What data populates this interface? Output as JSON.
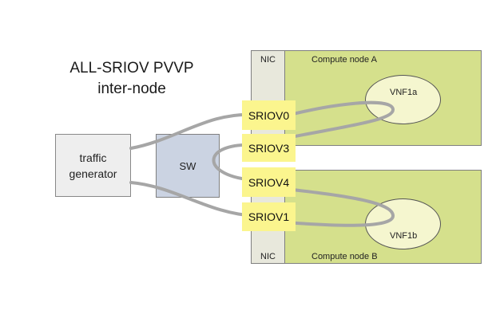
{
  "title": {
    "line1": "ALL-SRIOV PVVP",
    "line2": "inter-node"
  },
  "traffic_generator": {
    "line1": "traffic",
    "line2": "generator"
  },
  "switch": {
    "label": "SW"
  },
  "compute_a": {
    "label": "Compute node A",
    "nic_label": "NIC",
    "vnf_label": "VNF1a"
  },
  "compute_b": {
    "label": "Compute node B",
    "nic_label": "NIC",
    "vnf_label": "VNF1b"
  },
  "ports": {
    "sriov0": "SRIOV0",
    "sriov3": "SRIOV3",
    "sriov4": "SRIOV4",
    "sriov1": "SRIOV1"
  },
  "colors": {
    "compute_fill": "#d5e08c",
    "nic_fill": "#e8e8dc",
    "vnf_fill": "#f5f6cf",
    "switch_fill": "#cbd3e2",
    "port_fill": "#fbf58e",
    "link_stroke": "#a6a6a6"
  }
}
